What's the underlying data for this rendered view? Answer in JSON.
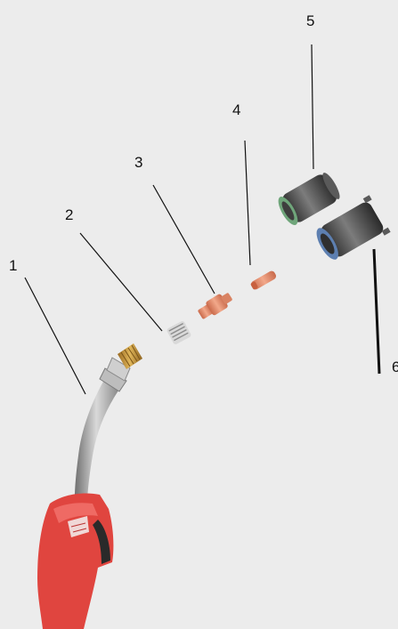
{
  "callouts": {
    "c1": "1",
    "c2": "2",
    "c3": "3",
    "c4": "4",
    "c5": "5",
    "c6": "6"
  },
  "colors": {
    "background": "#ececec",
    "handle": "#e0453f",
    "copper": "#e4906a",
    "nozzle": "#4c4c4c",
    "leader": "#111111"
  }
}
